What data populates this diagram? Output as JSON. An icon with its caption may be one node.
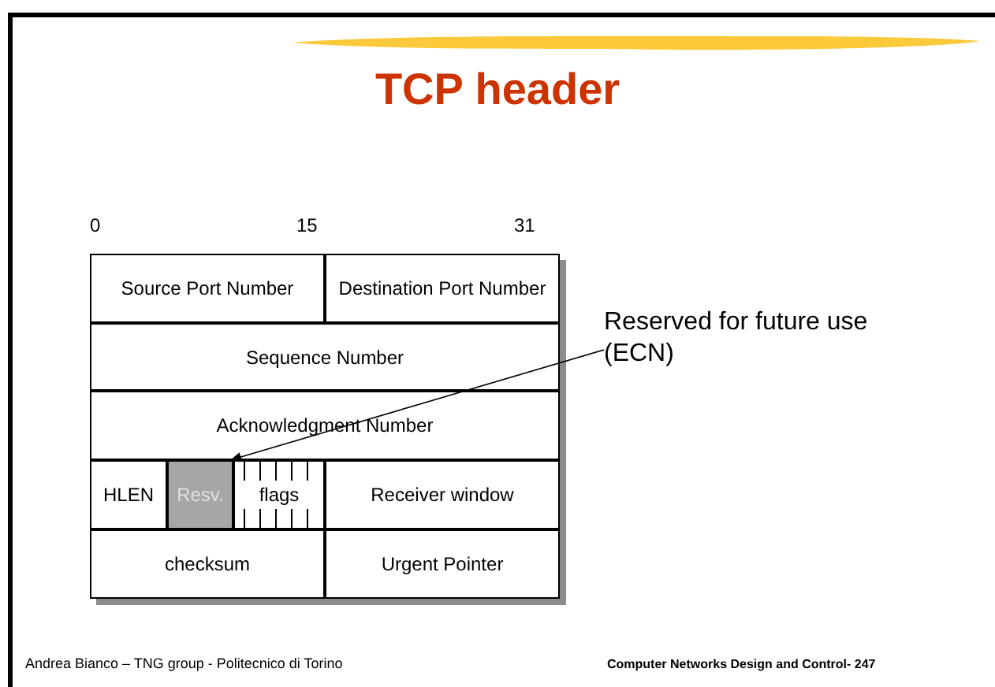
{
  "diagram": {
    "title": "TCP header",
    "nodes": [
      {
        "text": [
          "Source Port Number"
        ]
      },
      {
        "text": [
          "Destination Port Number"
        ]
      },
      {
        "text": [
          "Sequence Number"
        ]
      },
      {
        "text": [
          "Acknowledgment Number"
        ]
      },
      {
        "text": [
          "HLEN"
        ]
      },
      {
        "text": [
          "Resv."
        ]
      },
      {
        "text": [
          "flags"
        ]
      },
      {
        "text": [
          "Receiver window"
        ]
      },
      {
        "text": [
          "checksum"
        ]
      },
      {
        "text": [
          "Urgent Pointer"
        ]
      },
      {
        "text": [
          "Reserved for future use (ECN)"
        ]
      }
    ],
    "edges": [
      {
        "from": 10,
        "to": 5,
        "arrow": "to"
      }
    ],
    "labels": [
      "0",
      "15",
      "31",
      "Andrea Bianco – TNG group - Politecnico di Torino",
      "Computer Networks Design and Control- 247"
    ]
  }
}
